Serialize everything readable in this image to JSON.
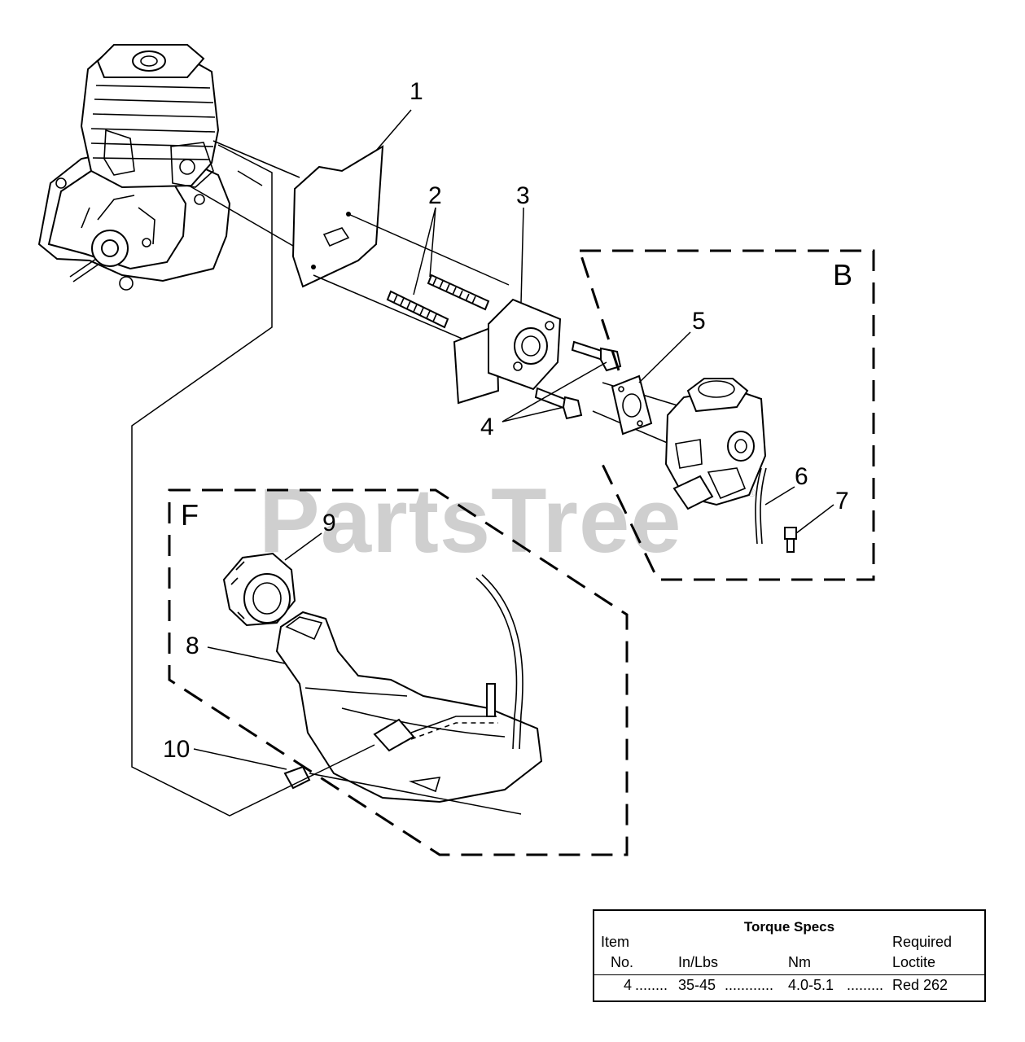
{
  "callouts": [
    "1",
    "2",
    "3",
    "4",
    "5",
    "6",
    "7",
    "8",
    "9",
    "10"
  ],
  "sections": {
    "b": "B",
    "f": "F"
  },
  "watermark": {
    "text": "PartsTree",
    "mark": "®"
  },
  "torque_specs": {
    "title": "Torque Specs",
    "headers": {
      "item_line1": "Item",
      "item_line2": "No.",
      "in_lbs": "In/Lbs",
      "nm": "Nm",
      "required_line1": "Required",
      "required_line2": "Loctite"
    },
    "row": {
      "item": "4",
      "in_lbs": "35-45",
      "nm": "4.0-5.1",
      "loctite": "Red 262"
    }
  },
  "colors": {
    "line": "#000000",
    "watermark": "#cfcfcf",
    "background": "#ffffff"
  }
}
